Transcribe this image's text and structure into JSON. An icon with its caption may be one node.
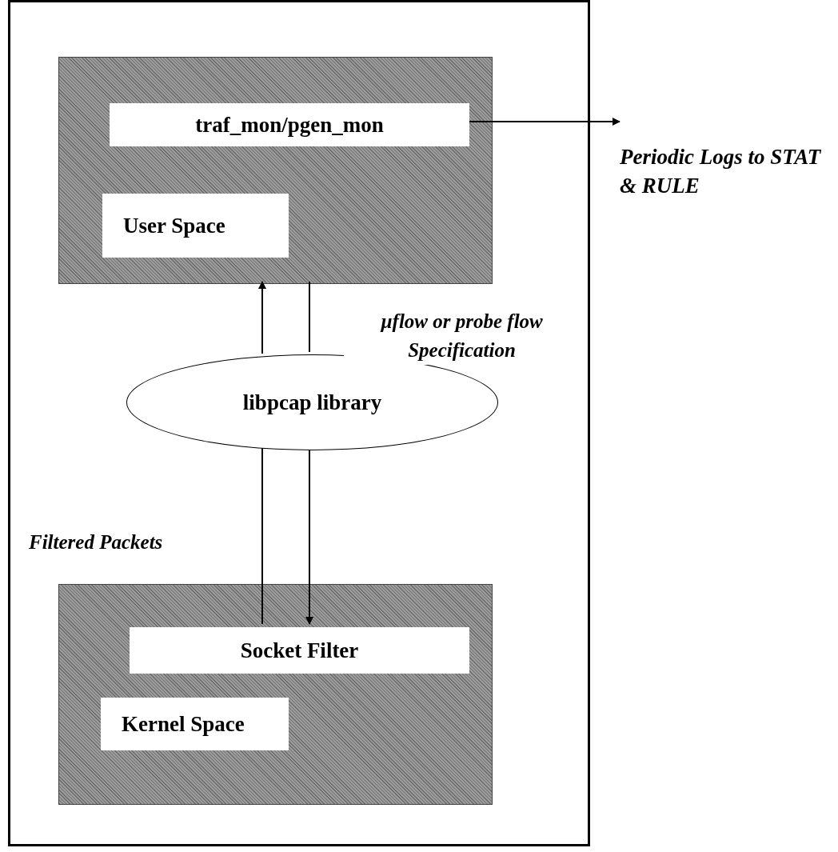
{
  "diagram": {
    "nodes": [
      {
        "text": [],
        "shape": "box"
      },
      {
        "text": [],
        "shape": "box",
        "in": 0
      },
      {
        "text": [
          "traf_mon/pgen_mon"
        ],
        "in": 1
      },
      {
        "text": [
          "User Space"
        ],
        "in": 1
      },
      {
        "text": [
          "libpcap library"
        ],
        "in": 0
      },
      {
        "text": [],
        "shape": "box",
        "in": 0
      },
      {
        "text": [
          "Socket Filter"
        ],
        "in": 5
      },
      {
        "text": [
          "Kernel Space"
        ],
        "in": 5
      },
      {
        "text": [
          "Periodic Logs to STAT & RULE"
        ]
      }
    ],
    "edges": [
      {
        "from": 2,
        "to": 8,
        "arrow": "to"
      },
      {
        "from": 4,
        "to": 1,
        "arrow": "to"
      },
      {
        "from": 1,
        "to": 4,
        "arrow": "none",
        "label": "µflow or probe flow Specification"
      },
      {
        "from": 4,
        "to": 6,
        "arrow": "to"
      },
      {
        "from": 6,
        "to": 4,
        "arrow": "none",
        "label": "Filtered Packets"
      }
    ]
  }
}
